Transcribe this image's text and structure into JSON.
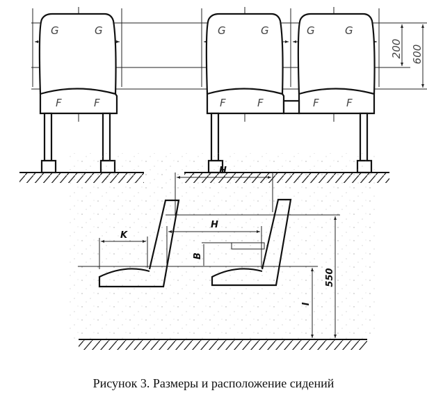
{
  "figure": {
    "front_view": {
      "labels": {
        "G": "G",
        "F": "F",
        "dim_200": "200",
        "dim_600": "600"
      }
    },
    "side_view": {
      "labels": {
        "H": "H",
        "K": "K",
        "B": "B",
        "I": "I",
        "dim_550": "550"
      }
    },
    "caption": "Рисунок 3. Размеры и расположение сидений"
  }
}
